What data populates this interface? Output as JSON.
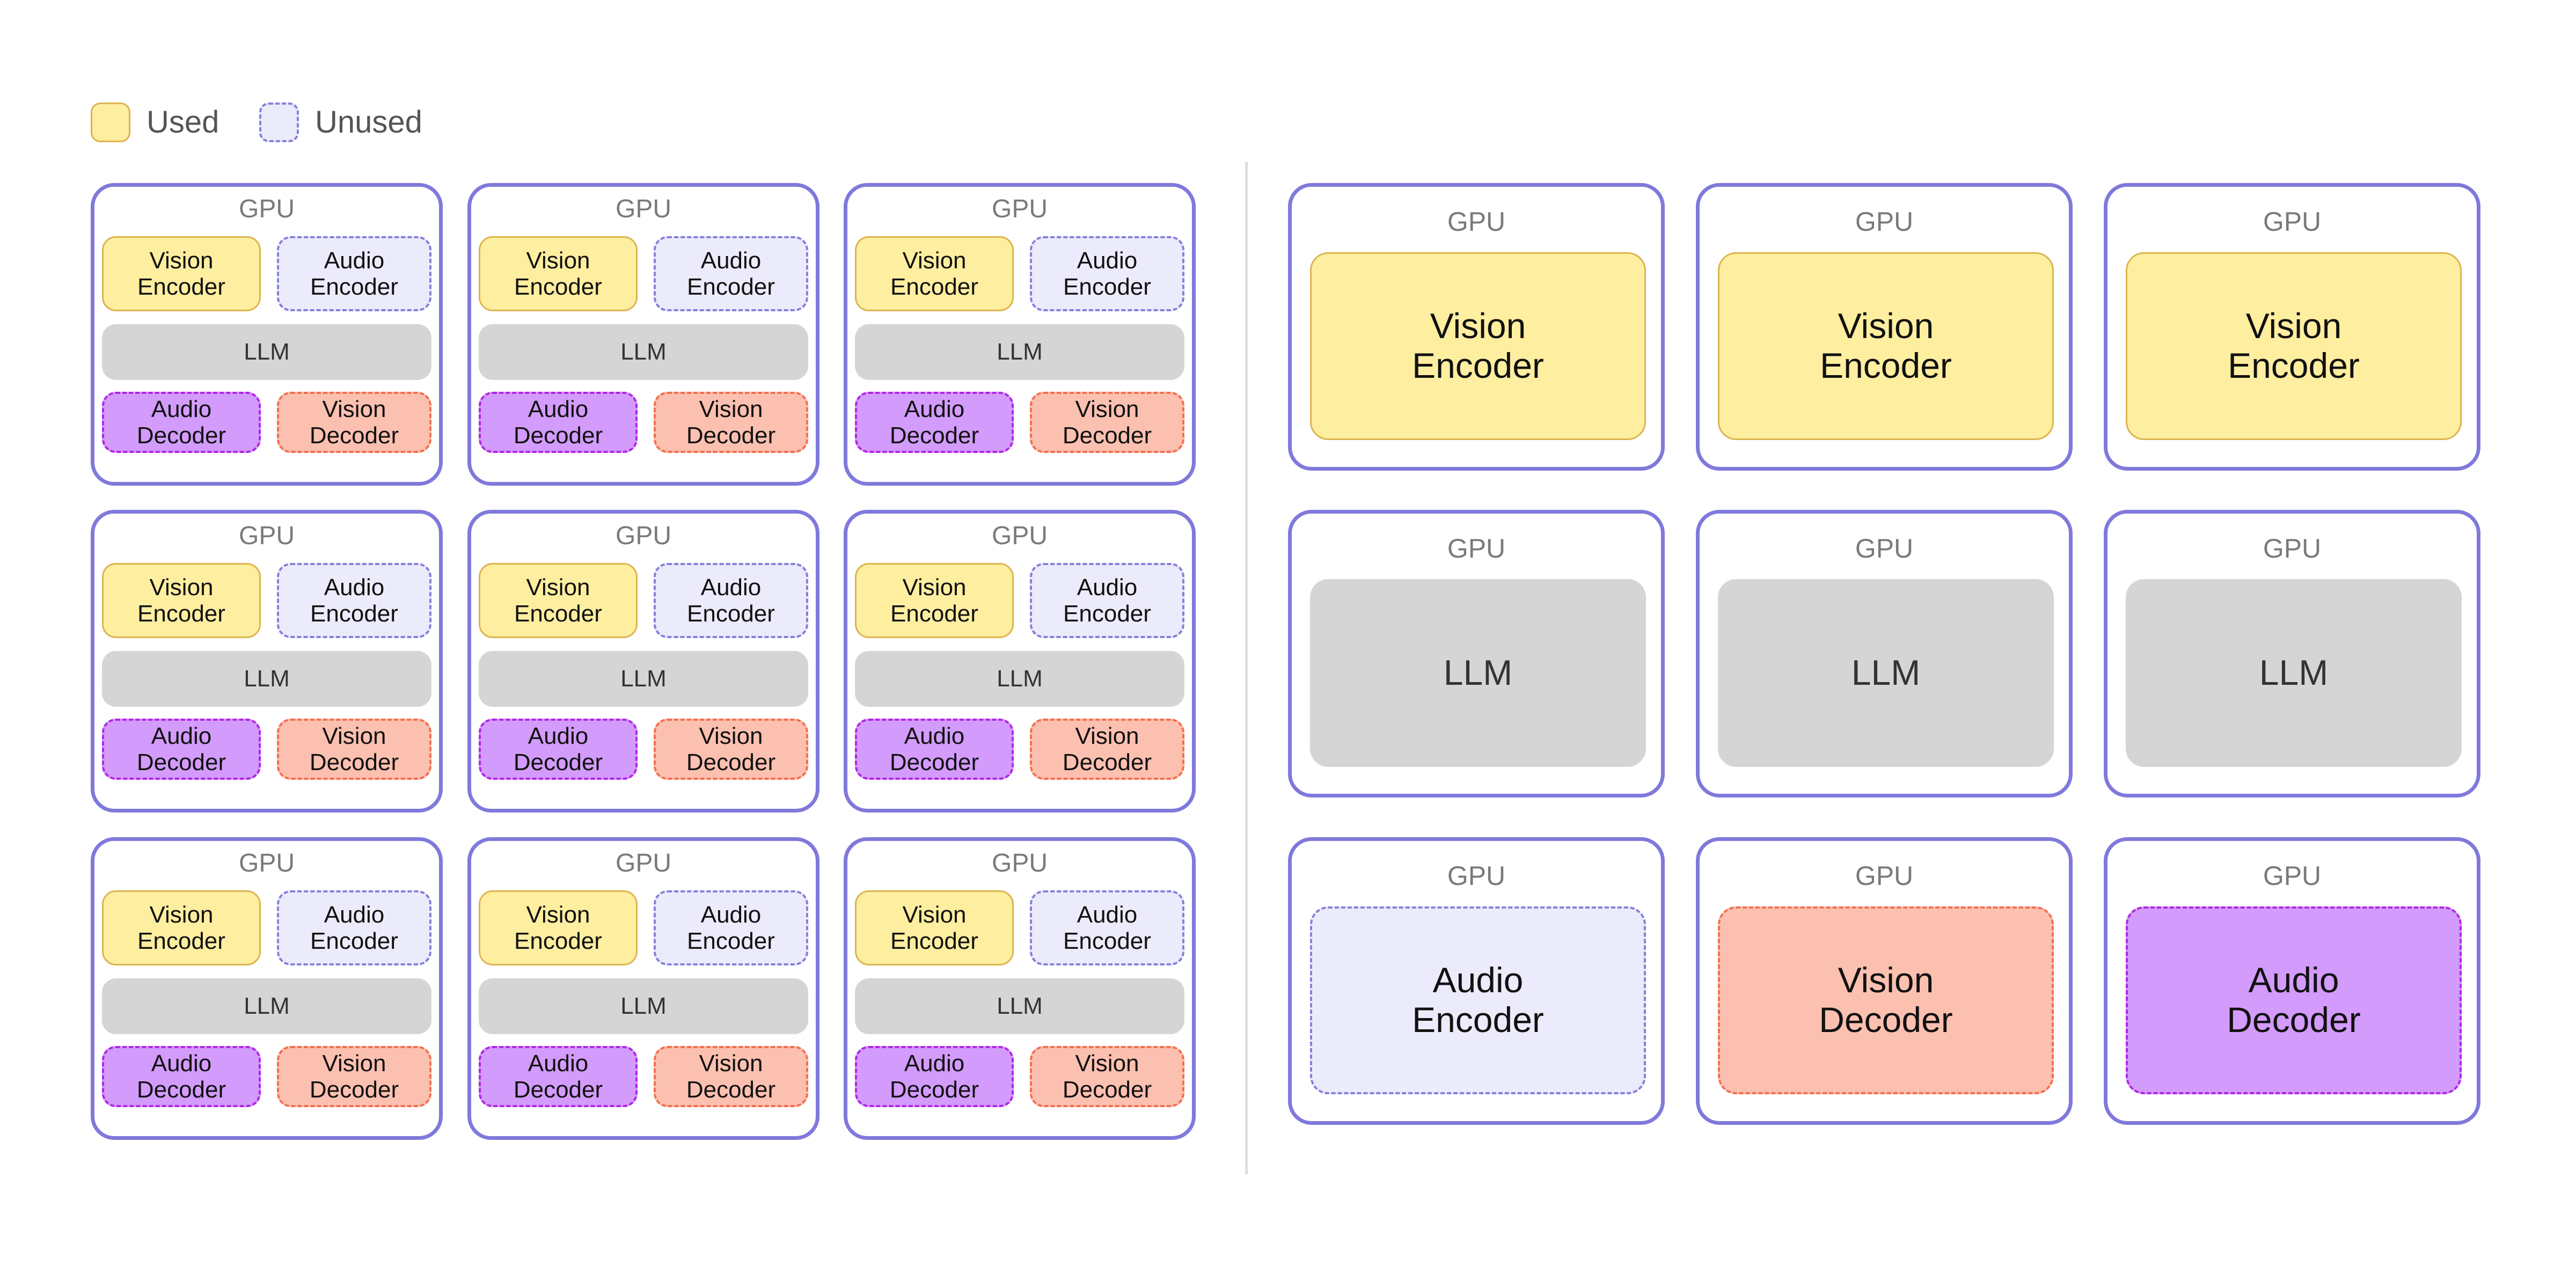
{
  "legend": {
    "used_label": "Used",
    "unused_label": "Unused",
    "used_color": "#feeea0",
    "unused_color": "#ecebfb"
  },
  "colors": {
    "gpu_border": "#8079db",
    "vision_encoder": "#feeea0",
    "audio_encoder": "#ecebfb",
    "llm": "#d5d5d5",
    "audio_decoder": "#d39bfb",
    "vision_decoder": "#fcc0b0"
  },
  "left_panel": {
    "title": "Colocated",
    "gpu_label": "GPU",
    "gpus": [
      {
        "gpu": "GPU",
        "modules": [
          {
            "name": "Vision\nEncoder",
            "status": "used"
          },
          {
            "name": "Audio\nEncoder",
            "status": "unused"
          },
          {
            "name": "LLM",
            "status": "used"
          },
          {
            "name": "Audio\nDecoder",
            "status": "unused"
          },
          {
            "name": "Vision\nDecoder",
            "status": "unused"
          }
        ]
      },
      {
        "gpu": "GPU",
        "modules": [
          {
            "name": "Vision\nEncoder",
            "status": "used"
          },
          {
            "name": "Audio\nEncoder",
            "status": "unused"
          },
          {
            "name": "LLM",
            "status": "used"
          },
          {
            "name": "Audio\nDecoder",
            "status": "unused"
          },
          {
            "name": "Vision\nDecoder",
            "status": "unused"
          }
        ]
      },
      {
        "gpu": "GPU",
        "modules": [
          {
            "name": "Vision\nEncoder",
            "status": "used"
          },
          {
            "name": "Audio\nEncoder",
            "status": "unused"
          },
          {
            "name": "LLM",
            "status": "used"
          },
          {
            "name": "Audio\nDecoder",
            "status": "unused"
          },
          {
            "name": "Vision\nDecoder",
            "status": "unused"
          }
        ]
      },
      {
        "gpu": "GPU",
        "modules": [
          {
            "name": "Vision\nEncoder",
            "status": "used"
          },
          {
            "name": "Audio\nEncoder",
            "status": "unused"
          },
          {
            "name": "LLM",
            "status": "used"
          },
          {
            "name": "Audio\nDecoder",
            "status": "unused"
          },
          {
            "name": "Vision\nDecoder",
            "status": "unused"
          }
        ]
      },
      {
        "gpu": "GPU",
        "modules": [
          {
            "name": "Vision\nEncoder",
            "status": "used"
          },
          {
            "name": "Audio\nEncoder",
            "status": "unused"
          },
          {
            "name": "LLM",
            "status": "used"
          },
          {
            "name": "Audio\nDecoder",
            "status": "unused"
          },
          {
            "name": "Vision\nDecoder",
            "status": "unused"
          }
        ]
      },
      {
        "gpu": "GPU",
        "modules": [
          {
            "name": "Vision\nEncoder",
            "status": "used"
          },
          {
            "name": "Audio\nEncoder",
            "status": "unused"
          },
          {
            "name": "LLM",
            "status": "used"
          },
          {
            "name": "Audio\nDecoder",
            "status": "unused"
          },
          {
            "name": "Vision\nDecoder",
            "status": "unused"
          }
        ]
      },
      {
        "gpu": "GPU",
        "modules": [
          {
            "name": "Vision\nEncoder",
            "status": "used"
          },
          {
            "name": "Audio\nEncoder",
            "status": "unused"
          },
          {
            "name": "LLM",
            "status": "used"
          },
          {
            "name": "Audio\nDecoder",
            "status": "unused"
          },
          {
            "name": "Vision\nDecoder",
            "status": "unused"
          }
        ]
      },
      {
        "gpu": "GPU",
        "modules": [
          {
            "name": "Vision\nEncoder",
            "status": "used"
          },
          {
            "name": "Audio\nEncoder",
            "status": "unused"
          },
          {
            "name": "LLM",
            "status": "used"
          },
          {
            "name": "Audio\nDecoder",
            "status": "unused"
          },
          {
            "name": "Vision\nDecoder",
            "status": "unused"
          }
        ]
      },
      {
        "gpu": "GPU",
        "modules": [
          {
            "name": "Vision\nEncoder",
            "status": "used"
          },
          {
            "name": "Audio\nEncoder",
            "status": "unused"
          },
          {
            "name": "LLM",
            "status": "used"
          },
          {
            "name": "Audio\nDecoder",
            "status": "unused"
          },
          {
            "name": "Vision\nDecoder",
            "status": "unused"
          }
        ]
      }
    ]
  },
  "right_panel": {
    "gpus": [
      {
        "gpu": "GPU",
        "module": "Vision\nEncoder",
        "kind": "vision_encoder",
        "status": "used"
      },
      {
        "gpu": "GPU",
        "module": "Vision\nEncoder",
        "kind": "vision_encoder",
        "status": "used"
      },
      {
        "gpu": "GPU",
        "module": "Vision\nEncoder",
        "kind": "vision_encoder",
        "status": "used"
      },
      {
        "gpu": "GPU",
        "module": "LLM",
        "kind": "llm",
        "status": "used"
      },
      {
        "gpu": "GPU",
        "module": "LLM",
        "kind": "llm",
        "status": "used"
      },
      {
        "gpu": "GPU",
        "module": "LLM",
        "kind": "llm",
        "status": "used"
      },
      {
        "gpu": "GPU",
        "module": "Audio\nEncoder",
        "kind": "audio_encoder",
        "status": "unused"
      },
      {
        "gpu": "GPU",
        "module": "Vision\nDecoder",
        "kind": "vision_decoder",
        "status": "unused"
      },
      {
        "gpu": "GPU",
        "module": "Audio\nDecoder",
        "kind": "audio_decoder",
        "status": "unused"
      }
    ]
  }
}
